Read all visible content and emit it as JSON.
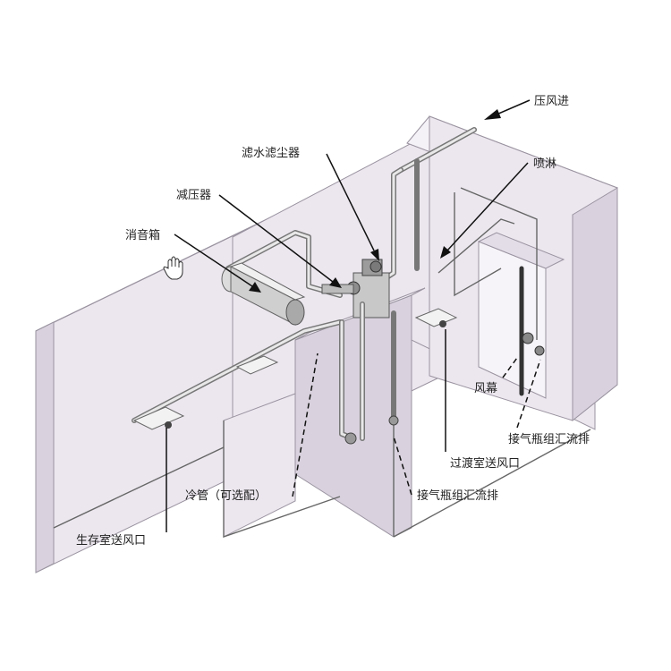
{
  "labels": {
    "compressed_air_in": "压风进",
    "water_dust_filter": "滤水滤尘器",
    "spray": "喷淋",
    "pressure_reducer": "减压器",
    "silencer_box": "消音箱",
    "air_curtain": "风幕",
    "cylinder_manifold_right": "接气瓶组汇流排",
    "transition_room_outlet": "过渡室送风口",
    "cooling_pipe": "冷管（可选配）",
    "cylinder_manifold_bottom": "接气瓶组汇流排",
    "survival_room_outlet": "生存室送风口"
  },
  "colors": {
    "wall": "#ece7ef",
    "pipe": "#777777",
    "leader": "#111111"
  }
}
